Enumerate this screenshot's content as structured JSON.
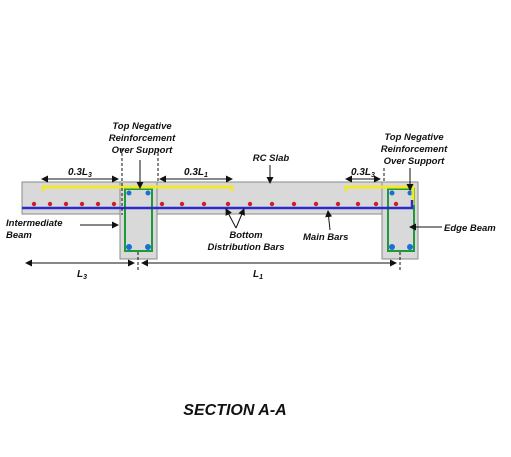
{
  "labels": {
    "top_neg_left": [
      "Top Negative",
      "Reinforcement",
      "Over Support"
    ],
    "top_neg_right": [
      "Top Negative",
      "Reinforcement",
      "Over Support"
    ],
    "rc_slab": "RC Slab",
    "intermediate_beam": [
      "Intermediate",
      "Beam"
    ],
    "edge_beam": "Edge Beam",
    "bottom_distribution": [
      "Bottom",
      "Distribution Bars"
    ],
    "main_bars": "Main Bars"
  },
  "dimensions": {
    "dim_03L3_left": {
      "base": "0.3L",
      "sub": "3"
    },
    "dim_03L1": {
      "base": "0.3L",
      "sub": "1"
    },
    "dim_03L3_right": {
      "base": "0.3L",
      "sub": "3"
    },
    "span_L3": {
      "base": "L",
      "sub": "3"
    },
    "span_L1": {
      "base": "L",
      "sub": "1"
    }
  },
  "title": "SECTION A-A",
  "colors": {
    "concrete": "#d9d9d9",
    "concrete_edge": "#8a8a8a",
    "top_bar": "#f2e82a",
    "main_bar": "#2b2bcc",
    "distribution_dot": "#cc2222",
    "stirrup": "#1e9a3a",
    "beam_bar": "#1a6fd6"
  }
}
